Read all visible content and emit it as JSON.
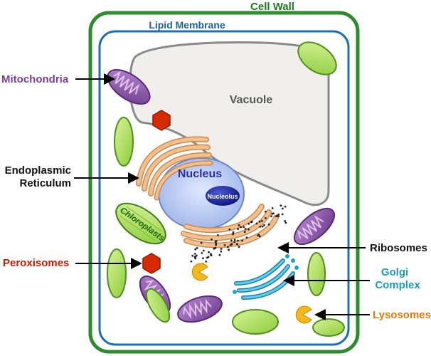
{
  "labels": {
    "cell_wall": "Cell Wall",
    "lipid_membrane": "Lipid Membrane",
    "mitochondria": "Mitochondria",
    "vacuole": "Vacuole",
    "er_line1": "Endoplasmic",
    "er_line2": "Reticulum",
    "nucleus": "Nucleus",
    "nucleolus": "Nucleolus",
    "chloroplasts": "Chloroplasts",
    "ribosomes": "Ribosomes",
    "peroxisomes": "Peroxisomes",
    "golgi_line1": "Golgi",
    "golgi_line2": "Complex",
    "lysosomes": "Lysosomes"
  },
  "colors": {
    "cell_wall": "#2e8b2e",
    "membrane": "#1f6fb0",
    "mitochondria": "#7a3f9a",
    "er": "#e0a470",
    "nucleus": "#2b2fa0",
    "ribosomes": "#111111",
    "peroxisomes": "#cc2200",
    "golgi": "#1aa3c8",
    "lysosomes": "#e07a10",
    "chloroplast": "#9bd34a"
  }
}
